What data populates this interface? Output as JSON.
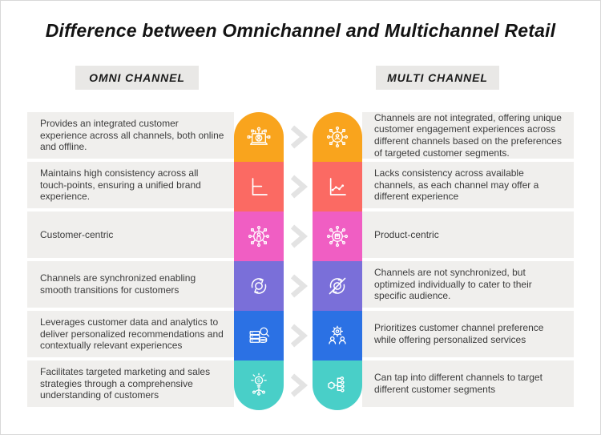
{
  "title": "Difference between Omnichannel and Multichannel Retail",
  "headers": {
    "left": "OMNI CHANNEL",
    "right": "MULTI CHANNEL"
  },
  "colors": {
    "row_colors": [
      "#F9A41D",
      "#FB6A63",
      "#F05EC3",
      "#7A6FD9",
      "#2B71E4",
      "#49CFC8"
    ],
    "text_box_bg": "#F0EFED",
    "header_bg": "#E9E8E6",
    "chevron": "#E3E3E3",
    "icon_stroke": "#FFFFFF"
  },
  "rows": [
    {
      "color": "#F9A41D",
      "left_text": "Provides an integrated customer experience across all channels, both online and offline.",
      "right_text": "Channels are not integrated, offering unique customer engagement experiences across different channels based on the preferences of targeted customer segments.",
      "left_icon": "laptop-customer-network-icon",
      "right_icon": "customer-network-hub-icon"
    },
    {
      "color": "#FB6A63",
      "left_text": "Maintains high consistency across all touch-points, ensuring a unified brand experience.",
      "right_text": "Lacks consistency across available channels, as each channel may offer a different experience",
      "left_icon": "steady-chart-icon",
      "right_icon": "fluctuating-line-chart-icon"
    },
    {
      "color": "#F05EC3",
      "left_text": "Customer-centric",
      "right_text": "Product-centric",
      "left_icon": "customer-hub-icon",
      "right_icon": "product-hub-icon"
    },
    {
      "color": "#7A6FD9",
      "left_text": "Channels are synchronized enabling smooth transitions for customers",
      "right_text": "Channels are not synchronized, but optimized individually to cater to their specific audience.",
      "left_icon": "sync-arrows-icon",
      "right_icon": "no-sync-icon"
    },
    {
      "color": "#2B71E4",
      "left_text": "Leverages customer data and analytics to deliver personalized recommendations and contextually relevant experiences",
      "right_text": "Prioritizes customer channel preference while offering personalized services",
      "left_icon": "data-analytics-magnifier-icon",
      "right_icon": "people-gear-icon"
    },
    {
      "color": "#49CFC8",
      "left_text": "Facilitates targeted marketing and sales strategies through a comprehensive understanding of customers",
      "right_text": "Can tap into different channels to target different customer segments",
      "left_icon": "idea-bulb-network-icon",
      "right_icon": "channel-tree-icon"
    }
  ]
}
